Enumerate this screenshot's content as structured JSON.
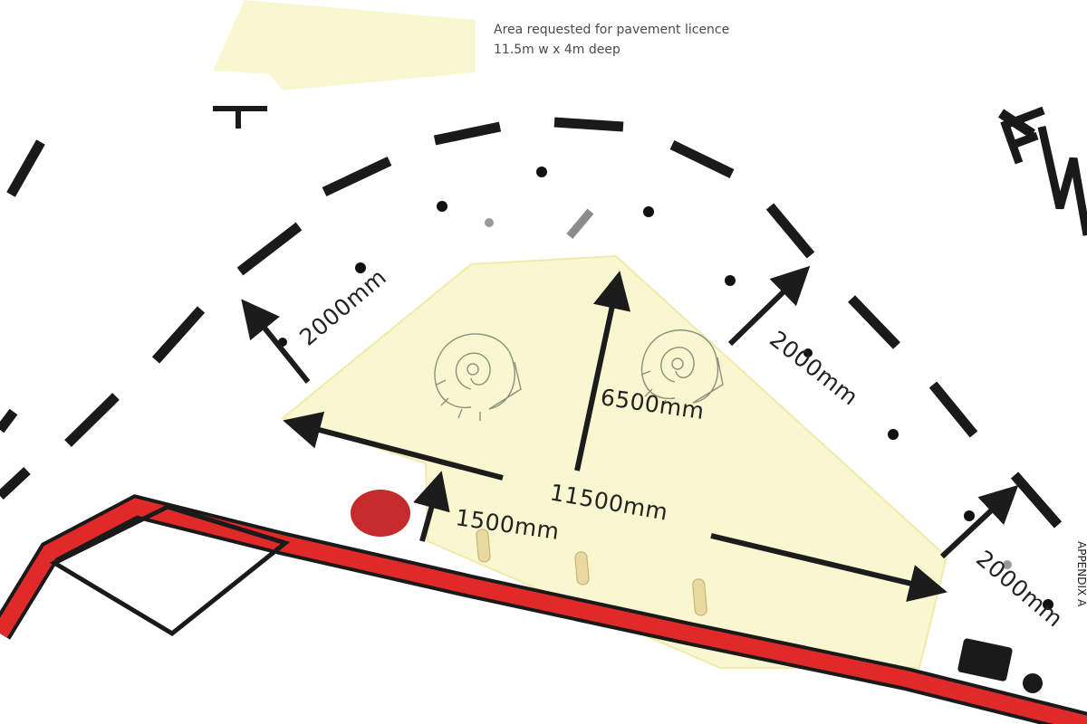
{
  "legend": {
    "line1": "Area requested for pavement licence",
    "line2": "11.5m w x  4m deep"
  },
  "dimensions": {
    "left_clearance": "2000mm",
    "depth": "6500mm",
    "width": "11500mm",
    "kerb_offset": "1500mm",
    "right_clearance_upper": "2000mm",
    "right_clearance_lower": "2000mm"
  },
  "side_note": "APPENDIX A",
  "colors": {
    "licence_area": "#f9f7cf",
    "kerb_red": "#e02a2a",
    "arrow": "#1c1c1c",
    "tree": "#c62b2b"
  },
  "icons": [
    "ammonite-icon",
    "ammonite-icon",
    "bollard-icon",
    "tree-icon",
    "bin-icon"
  ]
}
